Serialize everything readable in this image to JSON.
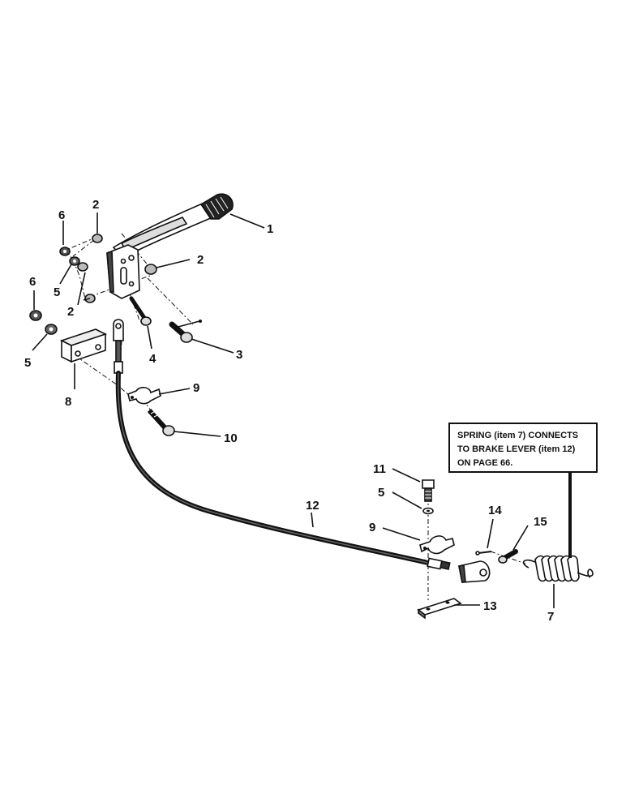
{
  "callouts": {
    "c1": "1",
    "c2a": "2",
    "c2b": "2",
    "c2c": "2",
    "c3": "3",
    "c4": "4",
    "c5a": "5",
    "c5b": "5",
    "c5c": "5",
    "c6a": "6",
    "c6b": "6",
    "c7": "7",
    "c8": "8",
    "c9a": "9",
    "c9b": "9",
    "c10": "10",
    "c11": "11",
    "c12": "12",
    "c13": "13",
    "c14": "14",
    "c15": "15"
  },
  "note": {
    "line1": "SPRING (item 7) CONNECTS",
    "line2": "TO BRAKE LEVER (item 12)",
    "line3": "ON PAGE 66."
  },
  "colors": {
    "ink": "#111111",
    "paper": "#ffffff"
  }
}
